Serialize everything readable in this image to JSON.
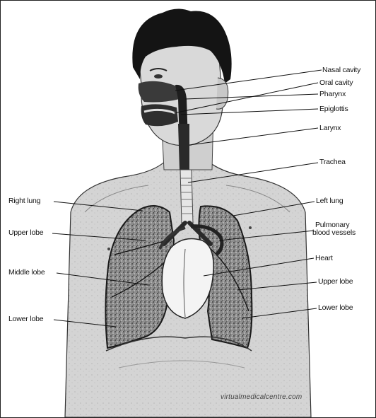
{
  "labels": {
    "right_side": [
      "Nasal cavity",
      "Oral cavity",
      "Pharynx",
      "Epiglottis",
      "Larynx",
      "Trachea",
      "Left lung",
      "Pulmonary",
      "blood vessels",
      "Heart",
      "Upper lobe",
      "Lower lobe"
    ],
    "left_side": [
      "Right lung",
      "Upper lobe",
      "Middle lobe",
      "Lower lobe"
    ]
  },
  "credit": "virtualmedicalcentre.com",
  "colors": {
    "ink": "#111111",
    "hair": "#141414",
    "skin_shade": "#bdbdbd",
    "lung_fill": "#8a8a8a",
    "heart_fill": "#f4f4f4"
  }
}
